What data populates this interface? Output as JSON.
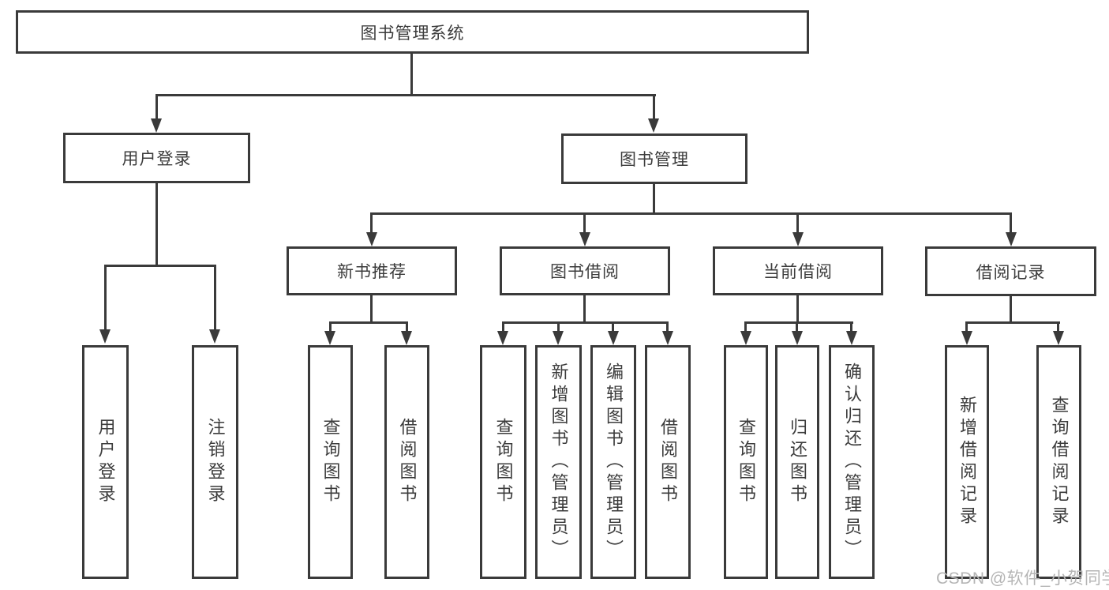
{
  "diagram": {
    "root": {
      "label": "图书管理系统"
    },
    "level2": [
      {
        "label": "用户登录"
      },
      {
        "label": "图书管理"
      }
    ],
    "level3": [
      {
        "label": "新书推荐"
      },
      {
        "label": "图书借阅"
      },
      {
        "label": "当前借阅"
      },
      {
        "label": "借阅记录"
      }
    ],
    "leaves": {
      "user_login": [
        {
          "label": "用户登录"
        },
        {
          "label": "注销登录"
        }
      ],
      "new_book": [
        {
          "label": "查询图书"
        },
        {
          "label": "借阅图书"
        }
      ],
      "book_borrow": [
        {
          "label": "查询图书"
        },
        {
          "label": "新增图书（管理员）"
        },
        {
          "label": "编辑图书（管理员）"
        },
        {
          "label": "借阅图书"
        }
      ],
      "current_borrow": [
        {
          "label": "查询图书"
        },
        {
          "label": "归还图书"
        },
        {
          "label": "确认归还（管理员）"
        }
      ],
      "borrow_records": [
        {
          "label": "新增借阅记录"
        },
        {
          "label": "查询借阅记录"
        }
      ]
    },
    "colors": {
      "line": "#3a3a3a",
      "text": "#3c3c3c",
      "box_background": "#ffffff",
      "watermark": "#b5b5b5"
    }
  },
  "watermark": {
    "text": "CSDN @软件_小贺同学"
  }
}
